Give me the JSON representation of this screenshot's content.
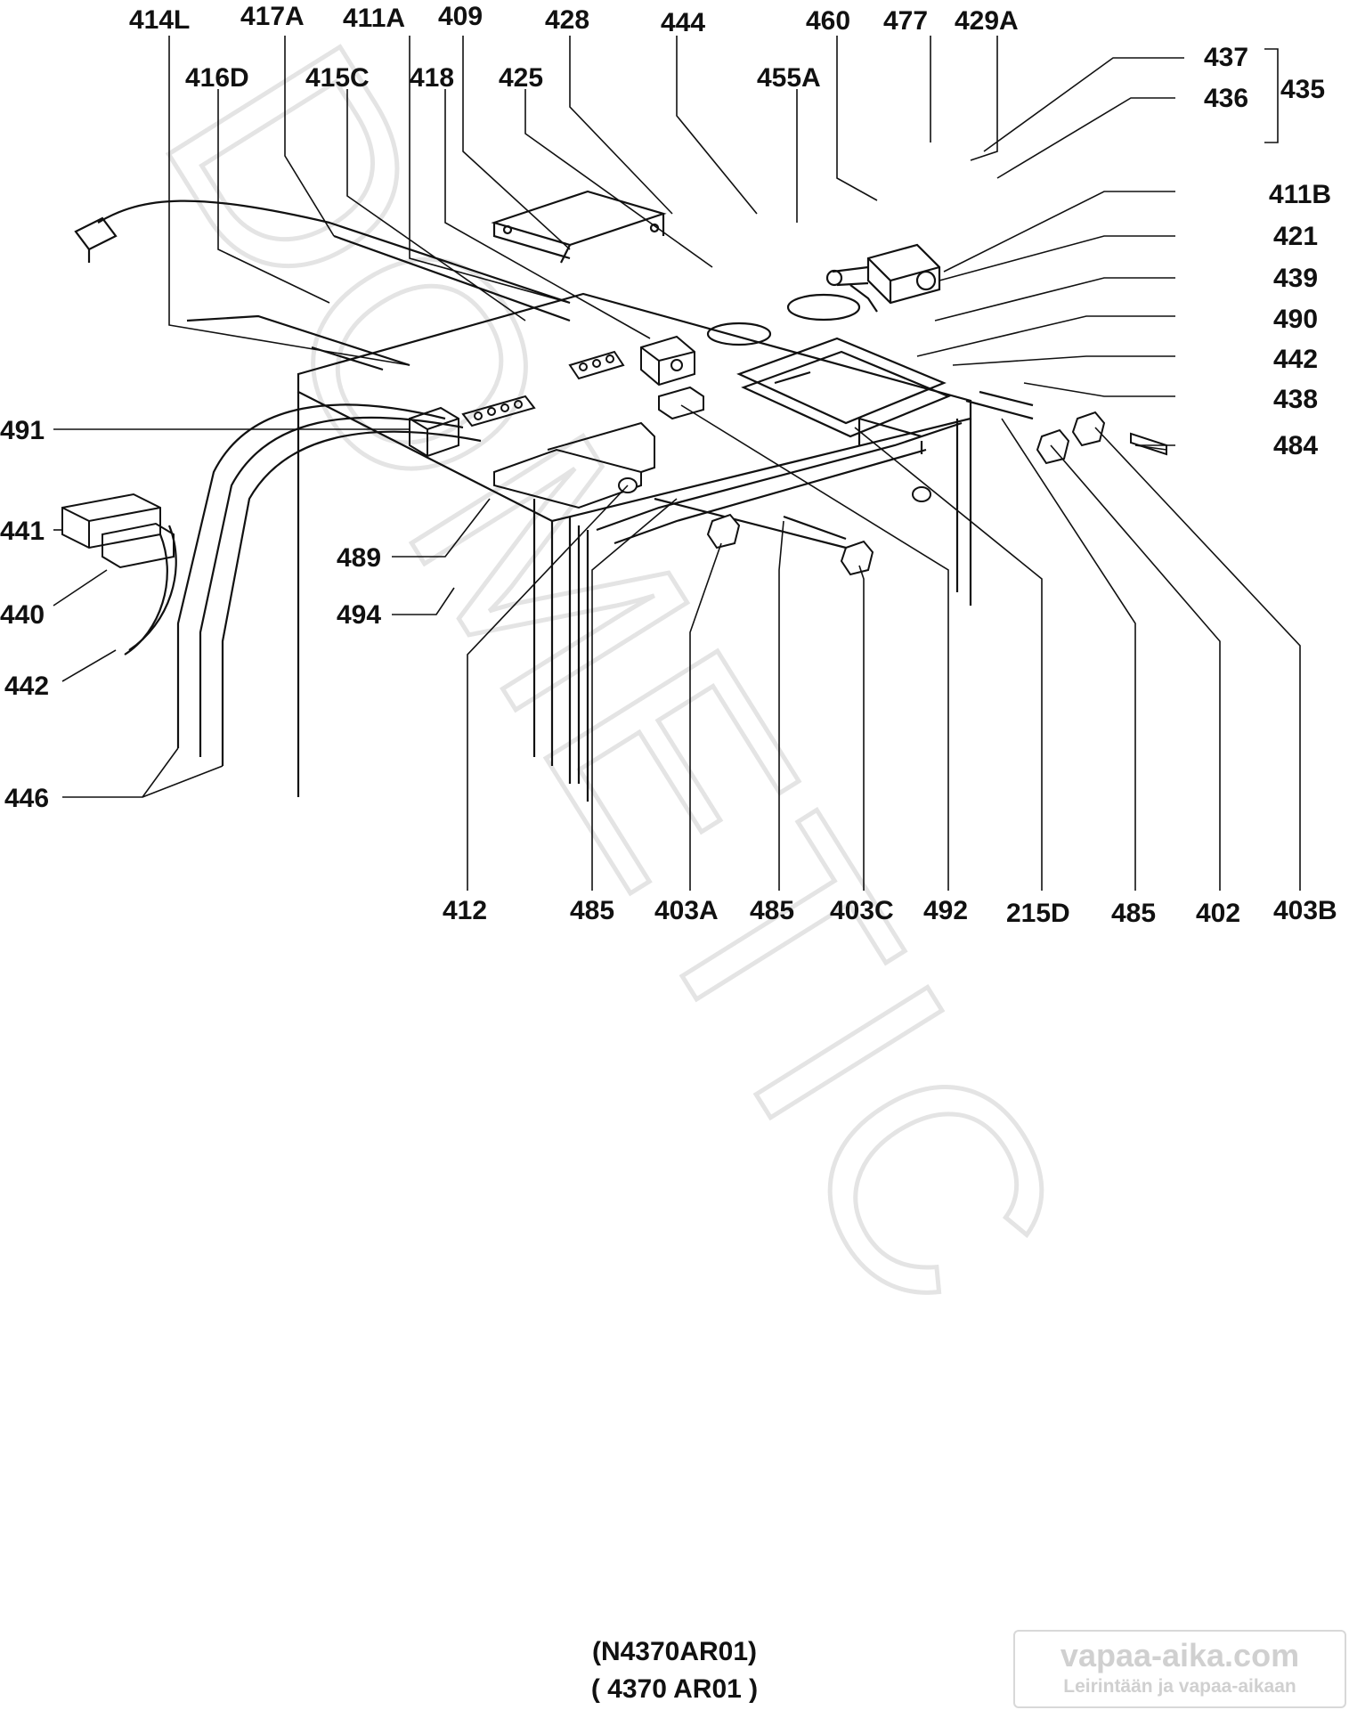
{
  "watermark_diagonal": "DOMETIC",
  "part_labels": {
    "l414L": "414L",
    "l417A": "417A",
    "l411A": "411A",
    "l409": "409",
    "l428": "428",
    "l444": "444",
    "l460": "460",
    "l477": "477",
    "l429A": "429A",
    "l416D": "416D",
    "l415C": "415C",
    "l418": "418",
    "l425": "425",
    "l455A": "455A",
    "l437": "437",
    "l436": "436",
    "l435": "435",
    "l411B": "411B",
    "l421": "421",
    "l439": "439",
    "l490": "490",
    "l442r": "442",
    "l438": "438",
    "l484": "484",
    "l491": "491",
    "l441": "441",
    "l440": "440",
    "l442l": "442",
    "l446": "446",
    "l489": "489",
    "l494": "494",
    "l412": "412",
    "l485a": "485",
    "l403A": "403A",
    "l485b": "485",
    "l403C": "403C",
    "l492": "492",
    "l215D": "215D",
    "l485c": "485",
    "l402": "402",
    "l403B": "403B"
  },
  "caption": {
    "line1": "(N4370AR01)",
    "line2": "( 4370  AR01 )"
  },
  "site_watermark": {
    "title": "vapaa-aika.com",
    "subtitle": "Leirintään ja vapaa-aikaan"
  }
}
